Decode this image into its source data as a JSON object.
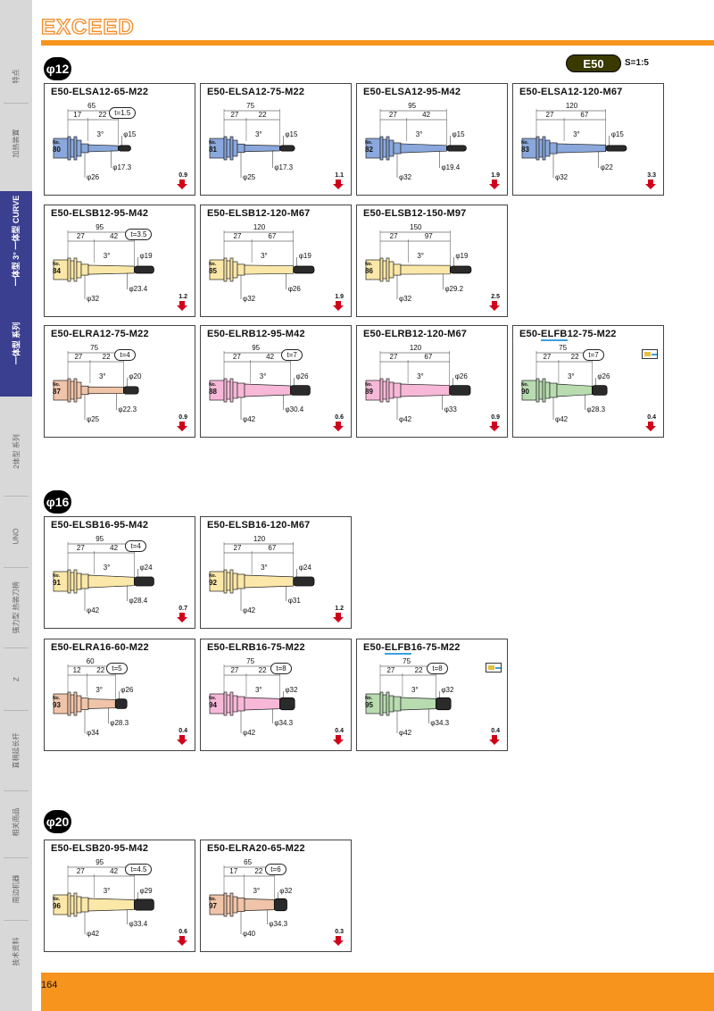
{
  "header": {
    "brand": "EXCEED",
    "series": "E50",
    "scale": "S=1:5"
  },
  "page_number": "164",
  "sidebar": {
    "items": [
      {
        "label": "特点"
      },
      {
        "label": "加热装置"
      },
      {
        "label": "一体型 3° 一体型 CURVE"
      },
      {
        "label": "一体型 系列"
      },
      {
        "label": "2体型 系列"
      },
      {
        "label": "UNO"
      },
      {
        "label": "强力型 热装刀柄"
      },
      {
        "label": "Z"
      },
      {
        "label": "直柄延长杆"
      },
      {
        "label": "相关商品"
      },
      {
        "label": "周边机器"
      },
      {
        "label": "技术资料"
      }
    ]
  },
  "sections": [
    {
      "label": "φ12",
      "cards": [
        {
          "title": "E50-ELSA12-65-M22",
          "no": "80",
          "color": "#8aa8dc",
          "dims": {
            "L": "65",
            "a": "17",
            "b": "22",
            "d1": "φ15",
            "d2": "φ17.3",
            "d3": "φ26"
          },
          "t": "t=1.5",
          "weight": "0.9"
        },
        {
          "title": "E50-ELSA12-75-M22",
          "no": "81",
          "color": "#8aa8dc",
          "dims": {
            "L": "75",
            "a": "27",
            "b": "22",
            "d1": "φ15",
            "d2": "φ17.3",
            "d3": "φ25"
          },
          "t": "",
          "weight": "1.1"
        },
        {
          "title": "E50-ELSA12-95-M42",
          "no": "82",
          "color": "#8aa8dc",
          "dims": {
            "L": "95",
            "a": "27",
            "b": "42",
            "d1": "φ15",
            "d2": "φ19.4",
            "d3": "φ32"
          },
          "t": "",
          "weight": "1.9"
        },
        {
          "title": "E50-ELSA12-120-M67",
          "no": "83",
          "color": "#8aa8dc",
          "dims": {
            "L": "120",
            "a": "27",
            "b": "67",
            "d1": "φ15",
            "d2": "φ22",
            "d3": "φ32"
          },
          "t": "",
          "weight": "3.3"
        },
        {
          "title": "E50-ELSB12-95-M42",
          "no": "84",
          "color": "#fbe7a8",
          "dims": {
            "L": "95",
            "a": "27",
            "b": "42",
            "d1": "φ19",
            "d2": "φ23.4",
            "d3": "φ32"
          },
          "t": "t=3.5",
          "weight": "1.2"
        },
        {
          "title": "E50-ELSB12-120-M67",
          "no": "85",
          "color": "#fbe7a8",
          "dims": {
            "L": "120",
            "a": "27",
            "b": "67",
            "d1": "φ19",
            "d2": "φ26",
            "d3": "φ32"
          },
          "t": "",
          "weight": "1.9"
        },
        {
          "title": "E50-ELSB12-150-M97",
          "no": "86",
          "color": "#fbe7a8",
          "dims": {
            "L": "150",
            "a": "27",
            "b": "97",
            "d1": "φ19",
            "d2": "φ29.2",
            "d3": "φ32"
          },
          "t": "",
          "weight": "2.5"
        },
        {
          "title": "E50-ELRA12-75-M22",
          "no": "87",
          "color": "#f0c4a8",
          "dims": {
            "L": "75",
            "a": "27",
            "b": "22",
            "d1": "φ20",
            "d2": "φ22.3",
            "d3": "φ25"
          },
          "t": "t=4",
          "weight": "0.9"
        },
        {
          "title": "E50-ELRB12-95-M42",
          "no": "88",
          "color": "#f7b8d8",
          "dims": {
            "L": "95",
            "a": "27",
            "b": "42",
            "d1": "φ26",
            "d2": "φ30.4",
            "d3": "φ42"
          },
          "t": "t=7",
          "weight": "0.6"
        },
        {
          "title": "E50-ELRB12-120-M67",
          "no": "89",
          "color": "#f7b8d8",
          "dims": {
            "L": "120",
            "a": "27",
            "b": "67",
            "d1": "φ26",
            "d2": "φ33",
            "d3": "φ42"
          },
          "t": "",
          "weight": "0.9"
        },
        {
          "title_pre": "E50-",
          "title_hl": "ELFB",
          "title_post": "12-75-M22",
          "no": "90",
          "color": "#b8dcb0",
          "dims": {
            "L": "75",
            "a": "27",
            "b": "22",
            "d1": "φ26",
            "d2": "φ28.3",
            "d3": "φ42"
          },
          "t": "t=7",
          "weight": "0.4"
        }
      ]
    },
    {
      "label": "φ16",
      "cards": [
        {
          "title": "E50-ELSB16-95-M42",
          "no": "91",
          "color": "#fbe7a8",
          "dims": {
            "L": "95",
            "a": "27",
            "b": "42",
            "d1": "φ24",
            "d2": "φ28.4",
            "d3": "φ42"
          },
          "t": "t=4",
          "weight": "0.7"
        },
        {
          "title": "E50-ELSB16-120-M67",
          "no": "92",
          "color": "#fbe7a8",
          "dims": {
            "L": "120",
            "a": "27",
            "b": "67",
            "d1": "φ24",
            "d2": "φ31",
            "d3": "φ42"
          },
          "t": "",
          "weight": "1.2"
        },
        {
          "title": "E50-ELRA16-60-M22",
          "no": "93",
          "color": "#f0c4a8",
          "dims": {
            "L": "60",
            "a": "12",
            "b": "22",
            "d1": "φ26",
            "d2": "φ28.3",
            "d3": "φ34"
          },
          "t": "t=5",
          "weight": "0.4"
        },
        {
          "title": "E50-ELRB16-75-M22",
          "no": "94",
          "color": "#f7b8d8",
          "dims": {
            "L": "75",
            "a": "27",
            "b": "22",
            "d1": "φ32",
            "d2": "φ34.3",
            "d3": "φ42"
          },
          "t": "t=8",
          "weight": "0.4"
        },
        {
          "title_pre": "E50-",
          "title_hl": "ELFB",
          "title_post": "16-75-M22",
          "no": "95",
          "color": "#b8dcb0",
          "dims": {
            "L": "75",
            "a": "27",
            "b": "22",
            "d1": "φ32",
            "d2": "φ34.3",
            "d3": "φ42"
          },
          "t": "t=8",
          "weight": "0.4"
        }
      ]
    },
    {
      "label": "φ20",
      "cards": [
        {
          "title": "E50-ELSB20-95-M42",
          "no": "96",
          "color": "#fbe7a8",
          "dims": {
            "L": "95",
            "a": "27",
            "b": "42",
            "d1": "φ29",
            "d2": "φ33.4",
            "d3": "φ42"
          },
          "t": "t=4.5",
          "weight": "0.6"
        },
        {
          "title": "E50-ELRA20-65-M22",
          "no": "97",
          "color": "#f0c4a8",
          "dims": {
            "L": "65",
            "a": "17",
            "b": "22",
            "d1": "φ32",
            "d2": "φ34.3",
            "d3": "φ40"
          },
          "t": "t=6",
          "weight": "0.3"
        }
      ]
    }
  ],
  "angle": "3°",
  "no_label": "No."
}
